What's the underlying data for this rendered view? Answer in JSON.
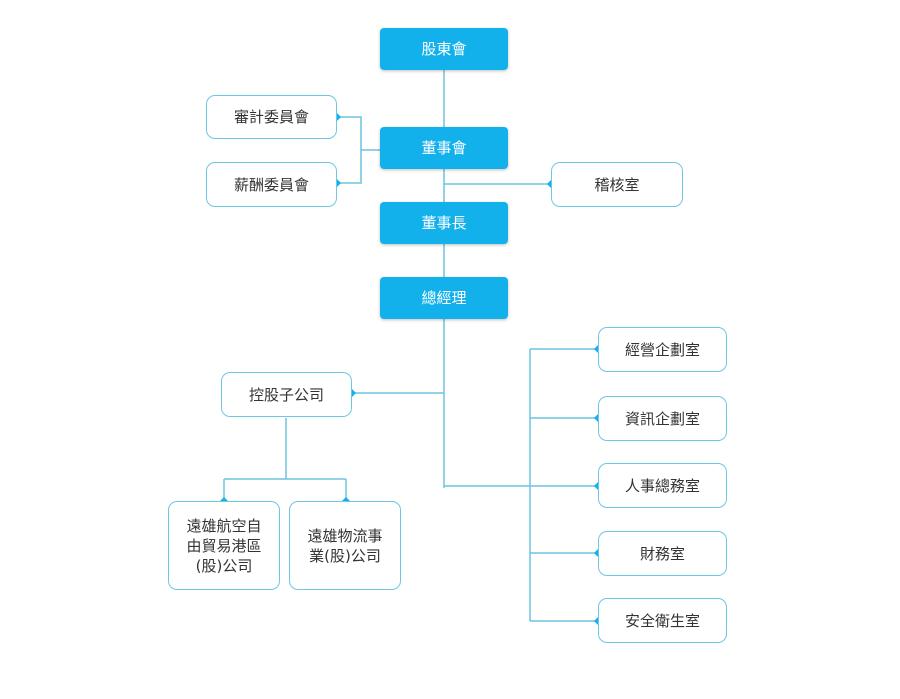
{
  "colors": {
    "primary": "#13b1ec",
    "connector": "#6ec4e0",
    "outline_border": "#6fc7e3"
  },
  "nodes": {
    "shareholders": "股東會",
    "audit_committee": "審計委員會",
    "board": "董事會",
    "remuneration_committee": "薪酬委員會",
    "internal_audit": "稽核室",
    "chairman": "董事長",
    "general_manager": "總經理",
    "holding_subsidiary": "控股子公司",
    "subsidiary_ftz": "遠雄航空自\n由貿易港區\n(股)公司",
    "subsidiary_logistics": "遠雄物流事\n業(股)公司",
    "business_planning": "經營企劃室",
    "it_planning": "資訊企劃室",
    "hr_general_affairs": "人事總務室",
    "finance": "財務室",
    "safety_health": "安全衛生室"
  }
}
